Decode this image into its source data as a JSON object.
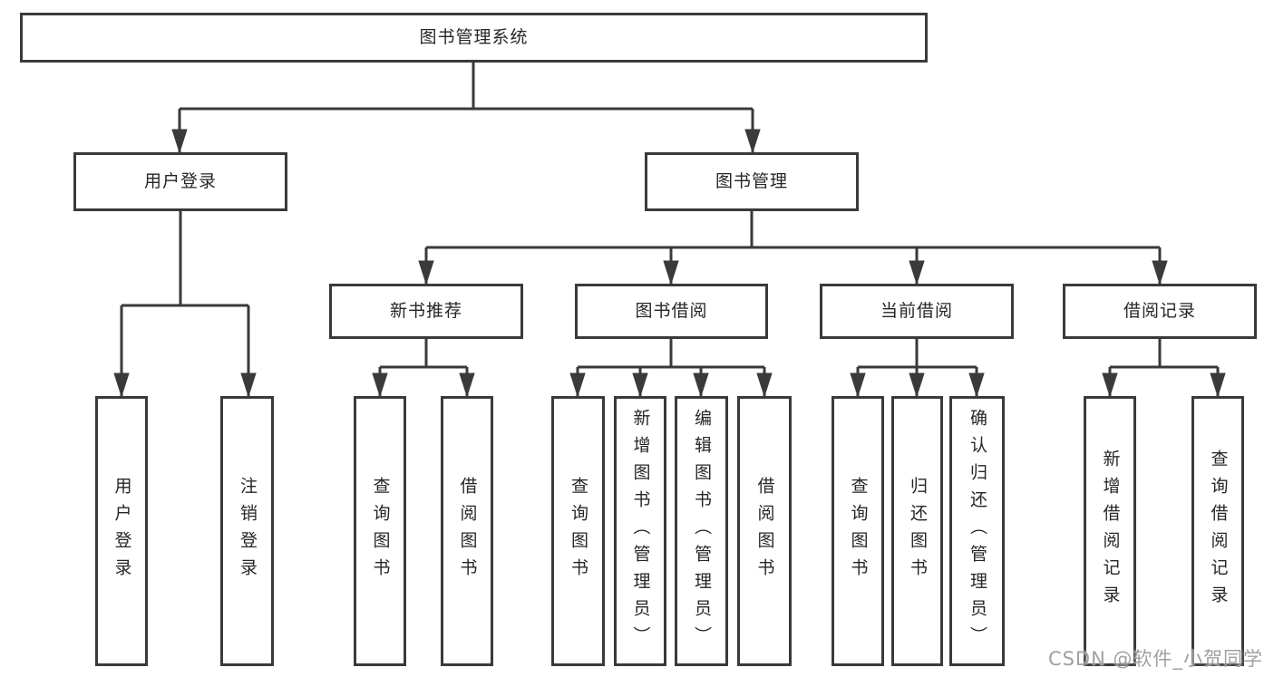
{
  "diagram": {
    "type": "hierarchy-tree",
    "colors": {
      "line": "#3a3a3a",
      "box_border": "#3a3a3a",
      "box_fill": "#ffffff",
      "text": "#262626",
      "watermark": "#a0a0a0",
      "background": "#ffffff"
    },
    "tree": {
      "root": {
        "label": "图书管理系统",
        "children": [
          {
            "label": "用户登录",
            "children": [
              {
                "label": "用户登录"
              },
              {
                "label": "注销登录"
              }
            ]
          },
          {
            "label": "图书管理",
            "children": [
              {
                "label": "新书推荐",
                "children": [
                  {
                    "label": "查询图书"
                  },
                  {
                    "label": "借阅图书"
                  }
                ]
              },
              {
                "label": "图书借阅",
                "children": [
                  {
                    "label": "查询图书"
                  },
                  {
                    "label": "新增图书（管理员）"
                  },
                  {
                    "label": "编辑图书（管理员）"
                  },
                  {
                    "label": "借阅图书"
                  }
                ]
              },
              {
                "label": "当前借阅",
                "children": [
                  {
                    "label": "查询图书"
                  },
                  {
                    "label": "归还图书"
                  },
                  {
                    "label": "确认归还（管理员）"
                  }
                ]
              },
              {
                "label": "借阅记录",
                "children": [
                  {
                    "label": "新增借阅记录"
                  },
                  {
                    "label": "查询借阅记录"
                  }
                ]
              }
            ]
          }
        ]
      }
    },
    "watermark": {
      "text": "CSDN @软件_小贺同学"
    }
  }
}
